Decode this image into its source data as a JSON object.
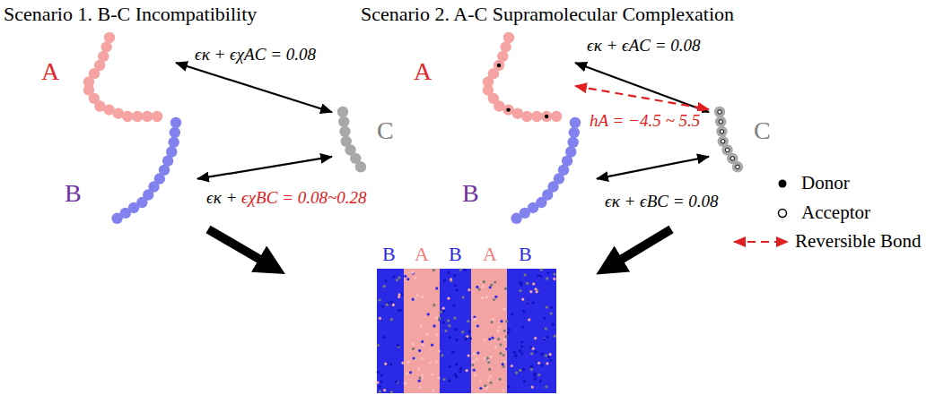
{
  "diagram": {
    "nodes": [
      {
        "text": [
          "A"
        ]
      },
      {
        "text": [
          "B"
        ]
      },
      {
        "text": [
          "C"
        ]
      },
      {
        "text": [
          "A"
        ]
      },
      {
        "text": [
          "B"
        ]
      },
      {
        "text": [
          "C"
        ]
      }
    ],
    "edges": [
      {
        "from": 0,
        "to": 2,
        "arrow": "both",
        "label": "ϵκ + ϵχAC = 0.08"
      },
      {
        "from": 1,
        "to": 2,
        "arrow": "both",
        "label": "ϵκ + ϵχBC = 0.08~0.28"
      },
      {
        "from": 3,
        "to": 5,
        "arrow": "both",
        "label": "ϵκ + ϵAC = 0.08"
      },
      {
        "from": 3,
        "to": 5,
        "arrow": "both",
        "label": "hA = −4.5 ~ 5.5"
      },
      {
        "from": 4,
        "to": 5,
        "arrow": "both",
        "label": "ϵκ + ϵBC = 0.08"
      }
    ],
    "labels": [
      "Scenario 1. B-C Incompatibility",
      "Scenario 2. A-C Supramolecular Complexation",
      "B",
      "A",
      "B",
      "A",
      "B"
    ],
    "legend": [
      {
        "text": "Donor"
      },
      {
        "text": "Acceptor"
      },
      {
        "text": "Reversible Bond"
      }
    ]
  }
}
